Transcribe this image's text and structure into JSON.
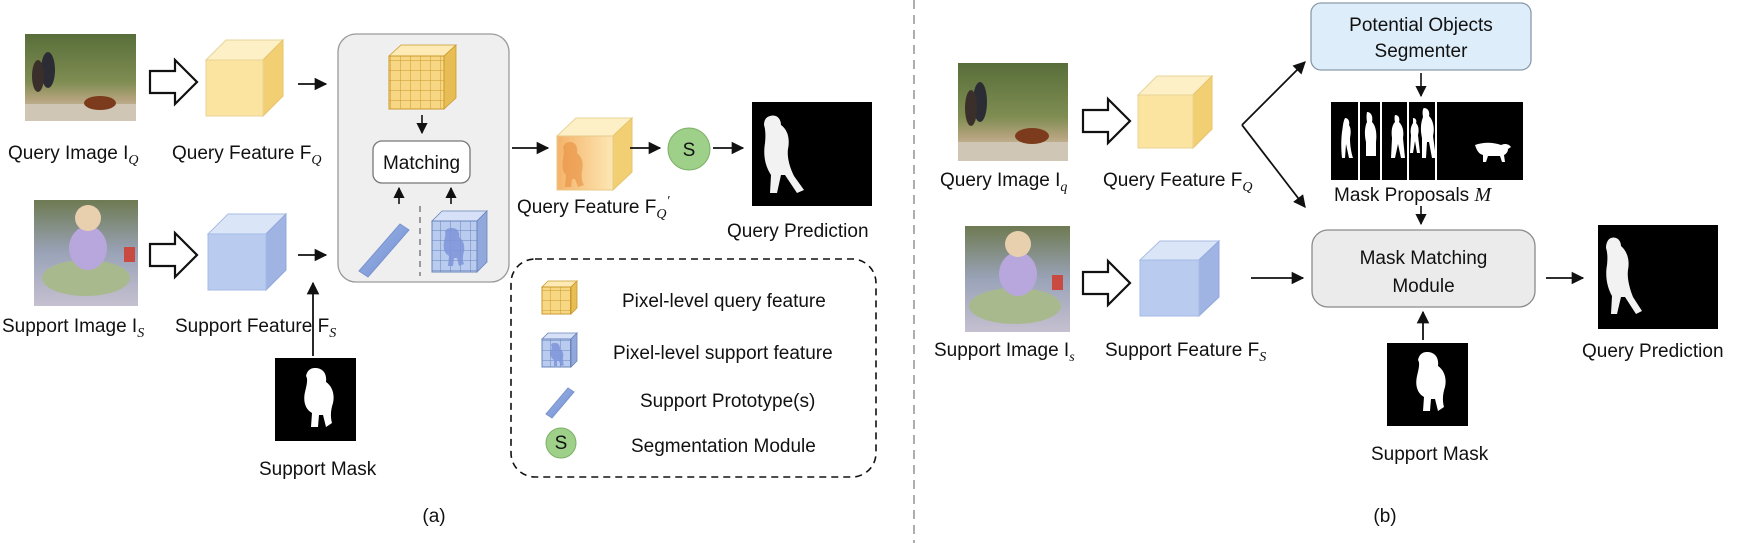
{
  "colors": {
    "query_cube": "#fbe3a0",
    "support_cube": "#b9cbef",
    "segmentation_circle": "#9ed08a",
    "matching_panel": "#efefef",
    "segmenter_box": "#ddeefa",
    "mask_matching_box": "#ebebeb"
  },
  "panel_a": {
    "query_image_label": "Query Image I",
    "query_image_sub": "Q",
    "query_feature_label": "Query Feature F",
    "query_feature_sub": "Q",
    "support_image_label": "Support Image I",
    "support_image_sub": "S",
    "support_feature_label": "Support Feature F",
    "support_feature_sub": "S",
    "matching_label": "Matching",
    "enhanced_feature_label": "Query Feature F",
    "enhanced_feature_sub": "Q",
    "enhanced_feature_prime": "′",
    "segmentation_symbol": "S",
    "prediction_label": "Query Prediction",
    "support_mask_label": "Support Mask",
    "legend": {
      "pixel_query": "Pixel-level query feature",
      "pixel_support": "Pixel-level support feature",
      "prototype": "Support Prototype(s)",
      "segmentation": "Segmentation Module",
      "segmentation_symbol": "S"
    },
    "caption": "(a)"
  },
  "panel_b": {
    "segmenter_line1": "Potential Objects",
    "segmenter_line2": "Segmenter",
    "query_image_label": "Query Image I",
    "query_image_sub": "q",
    "query_feature_label": "Query Feature F",
    "query_feature_sub": "Q",
    "mask_proposals_label": "Mask Proposals ",
    "mask_proposals_var": "M",
    "support_image_label": "Support Image I",
    "support_image_sub": "s",
    "support_feature_label": "Support Feature F",
    "support_feature_sub": "S",
    "mask_matching_line1": "Mask Matching",
    "mask_matching_line2": "Module",
    "prediction_label": "Query Prediction",
    "support_mask_label": "Support Mask",
    "caption": "(b)"
  }
}
